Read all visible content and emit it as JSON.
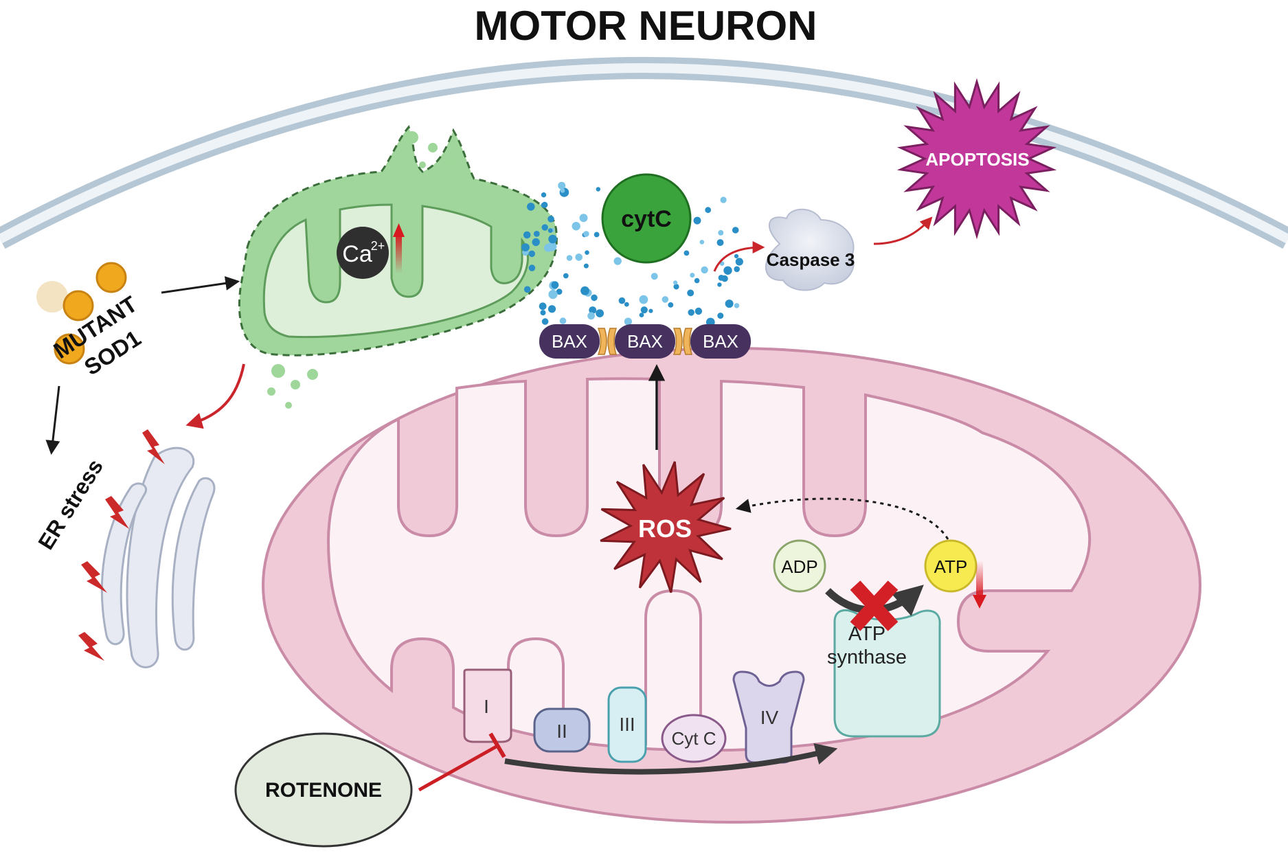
{
  "title": "MOTOR NEURON",
  "labels": {
    "mutant": "MUTANT",
    "sod1": "SOD1",
    "er_stress": "ER stress",
    "ca": "Ca",
    "ca_sup": "2+",
    "cytc_big": "cytC",
    "caspase": "Caspase 3",
    "apoptosis": "APOPTOSIS",
    "bax": [
      "BAX",
      "BAX",
      "BAX"
    ],
    "ros": "ROS",
    "adp": "ADP",
    "atp": "ATP",
    "atp_synthase_1": "ATP",
    "atp_synthase_2": "synthase",
    "complex_1": "I",
    "complex_2": "II",
    "complex_3": "III",
    "cyt_c": "Cyt C",
    "complex_4": "IV",
    "rotenone": "ROTENONE"
  },
  "colors": {
    "membrane": "#b9cad7",
    "mito_outer": "#f1cad8",
    "mito_inner": "#fcf2f6",
    "mito_stroke": "#c98ba6",
    "damaged_mito": "#8fcf8a",
    "bax": "#47315e",
    "apoptosis": "#c2389a",
    "ros": "#c0323a",
    "inhibit_red": "#cc1f25",
    "sod1": "#f0a81e",
    "cytc": "#3aa33c",
    "caspase": "#dfe3ef",
    "rotenone": "#e3ebdf",
    "atp_yellow": "#f6ea50"
  }
}
